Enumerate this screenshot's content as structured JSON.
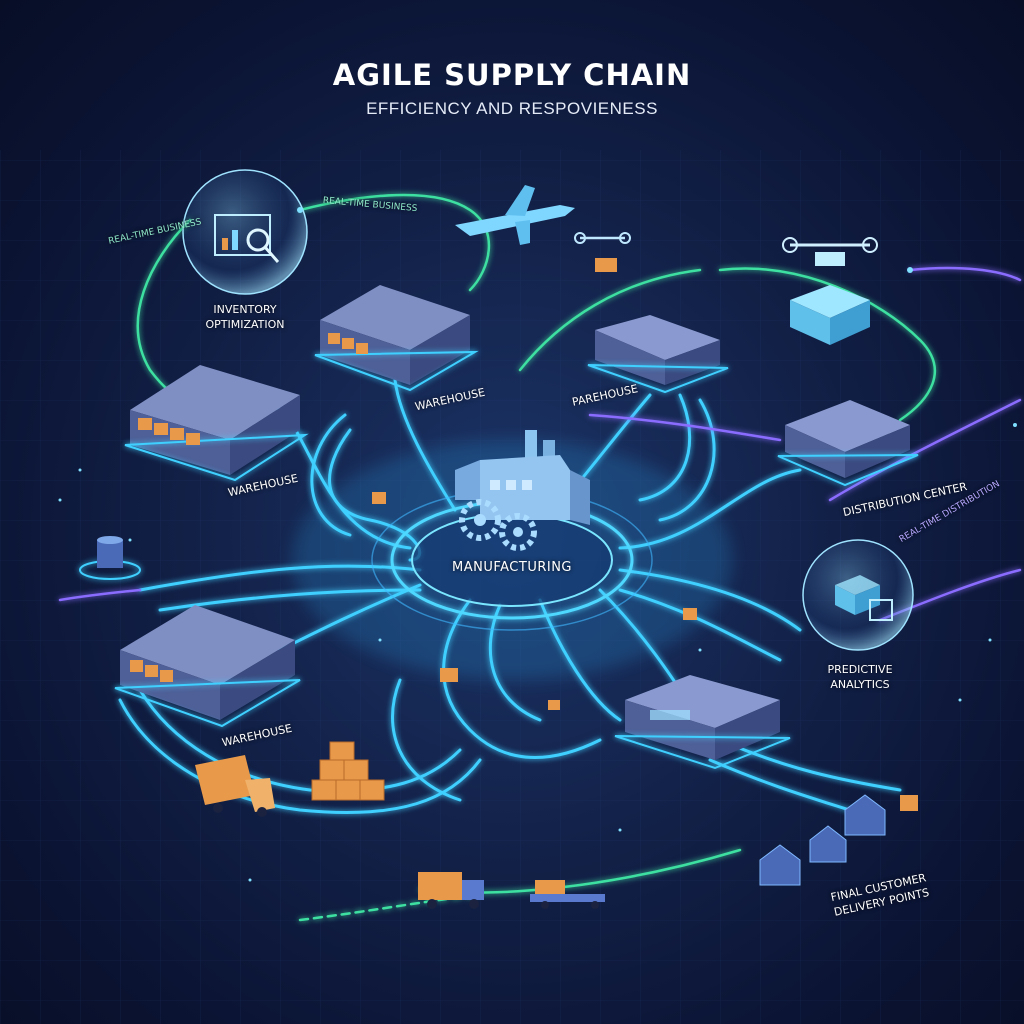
{
  "header": {
    "title": "AGILE SUPPLY CHAIN",
    "subtitle": "EFFICIENCY AND RESPOVIENESS"
  },
  "nodes": {
    "manufacturing": "MANUFACTURING",
    "inventory_optimization_line1": "INVENTORY",
    "inventory_optimization_line2": "OPTIMIZATION",
    "warehouse_top": "WAREHOUSE",
    "warehouse_left": "WAREHOUSE",
    "warehouse_bottom_left": "WAREHOUSE",
    "warehouse_center_right": "PAREHOUSE",
    "distribution_center": "DISTRIBUTION CENTER",
    "predictive_analytics_line1": "PREDICTIVE",
    "predictive_analytics_line2": "ANALYTICS",
    "final_delivery_line1": "FINAL CUSTOMER",
    "final_delivery_line2": "DELIVERY POINTS"
  },
  "annotations": {
    "real_time_top": "REAL-TIME BUSINESS",
    "real_time_left": "REAL-TIME BUSINESS",
    "real_time_right": "REAL-TIME DISTRIBUTION"
  },
  "colors": {
    "background": "#0b1230",
    "glow_cyan": "#3fd0ff",
    "route_green": "#3ee0a0",
    "route_purple": "#8a6cff",
    "building": "#6b7fb6",
    "box": "#e89a4a"
  }
}
